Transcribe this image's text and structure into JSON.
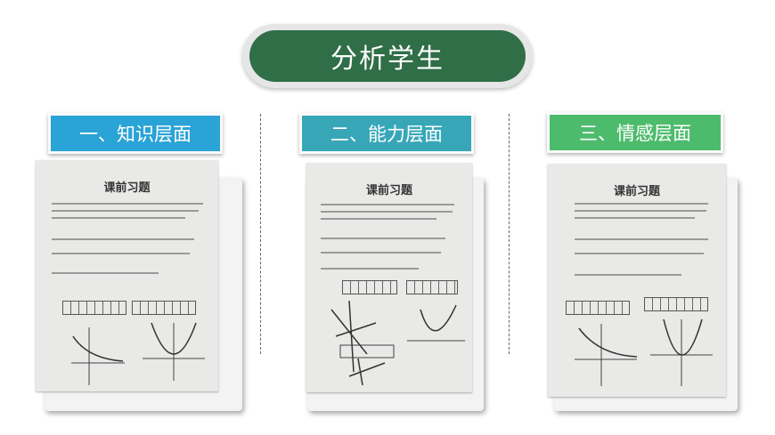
{
  "title": "分析学生",
  "sections": [
    {
      "label": "一、知识层面",
      "color": "#2aa3d6",
      "paper_title": "课前习题"
    },
    {
      "label": "二、能力层面",
      "color": "#37a7b8",
      "paper_title": "课前习题"
    },
    {
      "label": "三、情感层面",
      "color": "#4dbb6c",
      "paper_title": "课前习题"
    }
  ]
}
